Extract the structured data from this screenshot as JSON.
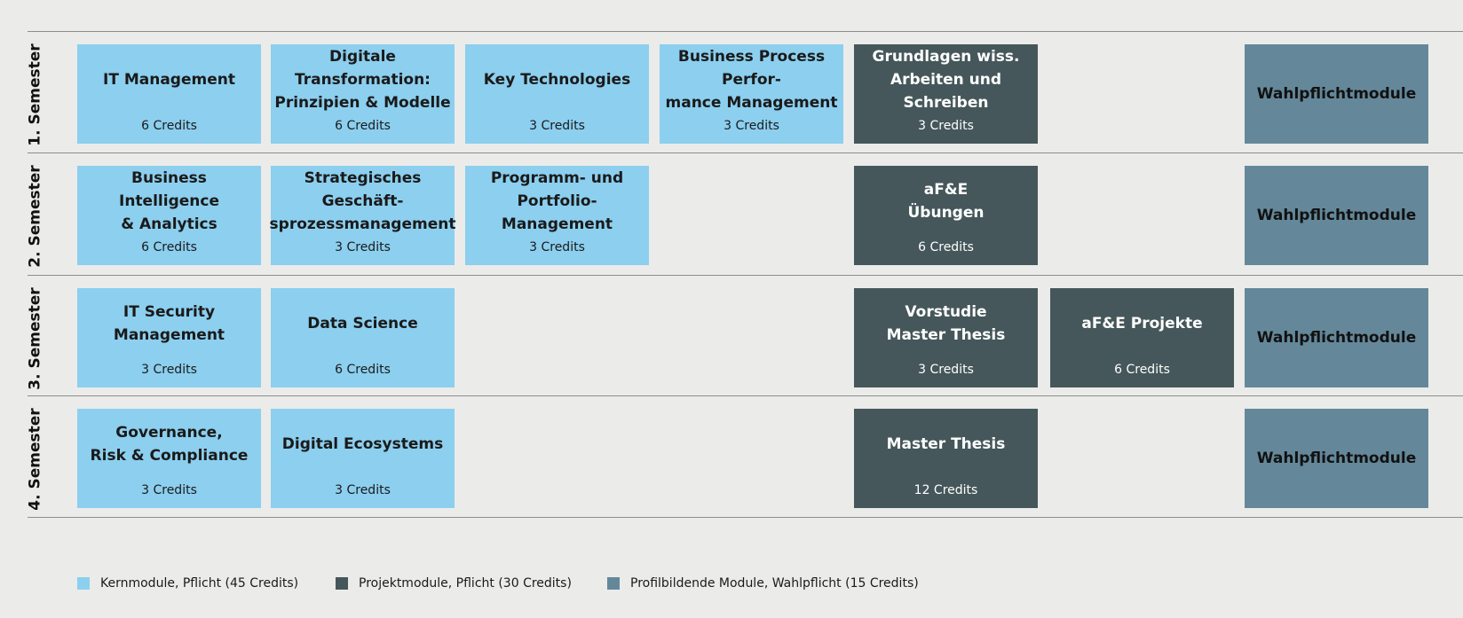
{
  "colors": {
    "core": "#8ccfef",
    "project": "#45575a",
    "elective": "#64889a",
    "background": "#ebebe9"
  },
  "semesters": [
    {
      "label": "1. Semester",
      "modules": [
        {
          "title": "IT Management",
          "credits": "6 Credits",
          "type": "core",
          "slot": 0
        },
        {
          "title": "Digitale Transformation:\nPrinzipien & Modelle",
          "credits": "6 Credits",
          "type": "core",
          "slot": 1
        },
        {
          "title": "Key Technologies",
          "credits": "3 Credits",
          "type": "core",
          "slot": 2
        },
        {
          "title": "Business Process Perfor-\nmance Management",
          "credits": "3 Credits",
          "type": "core",
          "slot": 3
        },
        {
          "title": "Grundlagen wiss.\nArbeiten und Schreiben",
          "credits": "3 Credits",
          "type": "project",
          "slot": 4
        },
        {
          "title": "Wahlpflichtmodule",
          "credits": "",
          "type": "elective",
          "slot": 6
        }
      ]
    },
    {
      "label": "2. Semester",
      "modules": [
        {
          "title": "Business Intelligence\n& Analytics",
          "credits": "6 Credits",
          "type": "core",
          "slot": 0
        },
        {
          "title": "Strategisches Geschäft-\nsprozessmanagement",
          "credits": "3 Credits",
          "type": "core",
          "slot": 1
        },
        {
          "title": "Programm- und\nPortfolio-Management",
          "credits": "3 Credits",
          "type": "core",
          "slot": 2
        },
        {
          "title": "aF&E\nÜbungen",
          "credits": "6 Credits",
          "type": "project",
          "slot": 4
        },
        {
          "title": "Wahlpflichtmodule",
          "credits": "",
          "type": "elective",
          "slot": 6
        }
      ]
    },
    {
      "label": "3. Semester",
      "modules": [
        {
          "title": "IT Security\nManagement",
          "credits": "3 Credits",
          "type": "core",
          "slot": 0
        },
        {
          "title": "Data Science",
          "credits": "6 Credits",
          "type": "core",
          "slot": 1
        },
        {
          "title": "Vorstudie\nMaster Thesis",
          "credits": "3 Credits",
          "type": "project",
          "slot": 4
        },
        {
          "title": "aF&E Projekte",
          "credits": "6 Credits",
          "type": "project",
          "slot": 5
        },
        {
          "title": "Wahlpflichtmodule",
          "credits": "",
          "type": "elective",
          "slot": 6
        }
      ]
    },
    {
      "label": "4. Semester",
      "modules": [
        {
          "title": "Governance,\nRisk & Compliance",
          "credits": "3 Credits",
          "type": "core",
          "slot": 0
        },
        {
          "title": "Digital Ecosystems",
          "credits": "3 Credits",
          "type": "core",
          "slot": 1
        },
        {
          "title": "Master Thesis",
          "credits": "12 Credits",
          "type": "project",
          "slot": 4
        },
        {
          "title": "Wahlpflichtmodule",
          "credits": "",
          "type": "elective",
          "slot": 6
        }
      ]
    }
  ],
  "legend": [
    {
      "label": "Kernmodule, Pflicht (45 Credits)",
      "type": "core"
    },
    {
      "label": "Projektmodule, Pflicht (30 Credits)",
      "type": "project"
    },
    {
      "label": "Profilbildende Module, Wahlpflicht (15 Credits)",
      "type": "elective"
    }
  ]
}
